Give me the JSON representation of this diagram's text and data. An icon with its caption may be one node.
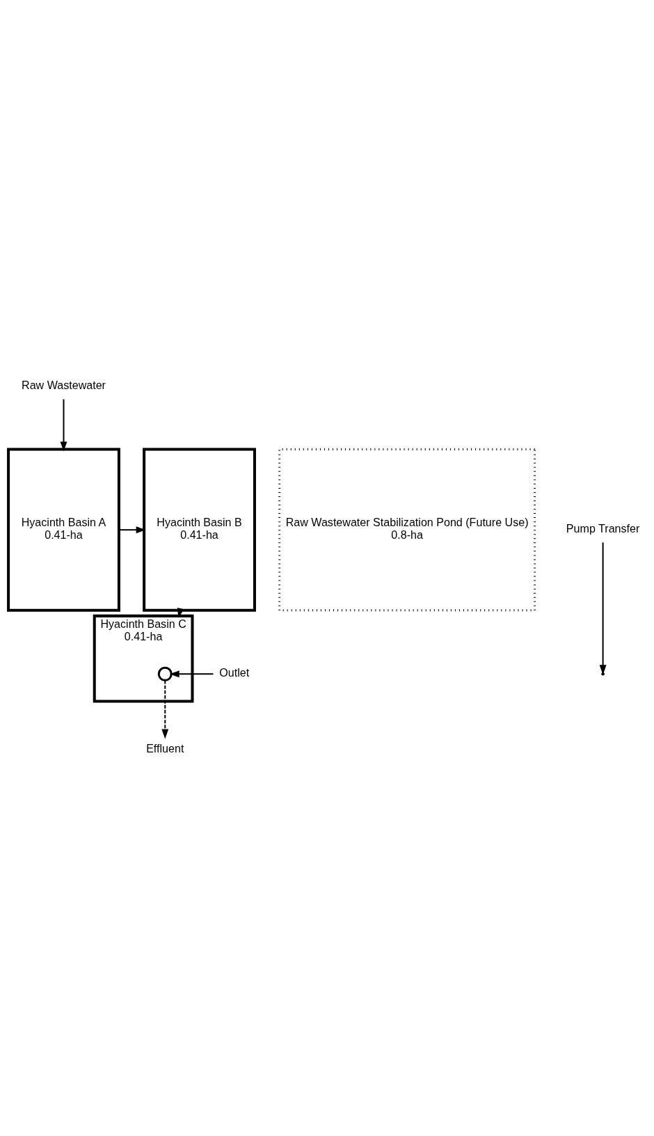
{
  "diagram": {
    "nodes": [
      {
        "text": [
          "Raw Wastewater"
        ]
      },
      {
        "text": [
          "Hyacinth Basin A",
          "0.41-ha"
        ]
      },
      {
        "text": [
          "Hyacinth Basin B",
          "0.41-ha"
        ]
      },
      {
        "text": [
          "Raw Wastewater Stabilization Pond (Future Use)",
          "0.8-ha"
        ]
      },
      {
        "text": [
          "Pump Transfer"
        ]
      },
      {
        "text": [
          "Hyacinth Basin C",
          "0.41-ha"
        ]
      },
      {
        "text": [],
        "shape": "circle",
        "in": 5
      },
      {
        "text": [
          "Outlet"
        ]
      },
      {
        "text": [
          "Effluent"
        ]
      }
    ],
    "edges": [
      {
        "from": 0,
        "to": 1,
        "arrow": "to"
      },
      {
        "from": 1,
        "to": 2,
        "arrow": "to"
      },
      {
        "from": 2,
        "to": 5,
        "arrow": "to"
      },
      {
        "from": 4,
        "to": null,
        "arrow": "to"
      },
      {
        "from": 7,
        "to": 6,
        "arrow": "to"
      },
      {
        "from": 6,
        "to": 8,
        "arrow": "to",
        "style": "dashed"
      }
    ]
  }
}
